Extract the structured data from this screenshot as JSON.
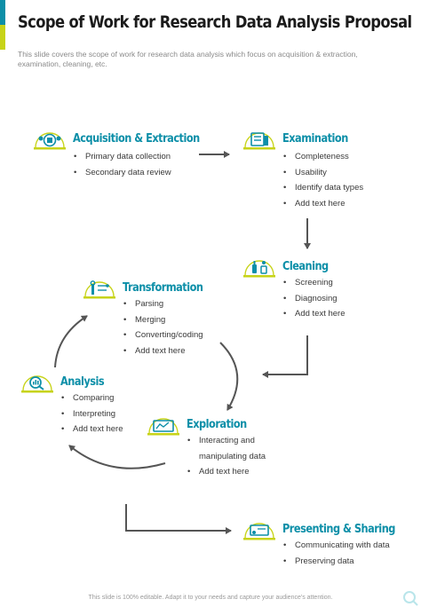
{
  "header": {
    "title": "Scope of Work for Research Data Analysis Proposal",
    "subtitle": "This slide covers the scope of work for research data analysis which focus on acquisition & extraction, examination, cleaning, etc."
  },
  "colors": {
    "accent": "#0d8fa8",
    "lime": "#c7d318",
    "arrow": "#555555"
  },
  "nodes": {
    "acquisition": {
      "icon": "data-collection-icon",
      "title": "Acquisition & Extraction",
      "items": [
        "Primary data collection",
        "Secondary data review"
      ]
    },
    "examination": {
      "icon": "examination-icon",
      "title": "Examination",
      "items": [
        "Completeness",
        "Usability",
        "Identify data types",
        "Add text here"
      ]
    },
    "cleaning": {
      "icon": "cleaning-icon",
      "title": "Cleaning",
      "items": [
        "Screening",
        "Diagnosing",
        "Add text here"
      ]
    },
    "transformation": {
      "icon": "transformation-icon",
      "title": "Transformation",
      "items": [
        "Parsing",
        "Merging",
        "Converting/coding",
        "Add text here"
      ]
    },
    "analysis": {
      "icon": "analysis-icon",
      "title": "Analysis",
      "items": [
        "Comparing",
        "Interpreting",
        "Add text here"
      ]
    },
    "exploration": {
      "icon": "exploration-icon",
      "title": "Exploration",
      "items": [
        "Interacting and manipulating data",
        "Add text here"
      ]
    },
    "presenting": {
      "icon": "presentation-icon",
      "title": "Presenting & Sharing",
      "items": [
        "Communicating with data",
        "Preserving data"
      ]
    }
  },
  "footer": {
    "text": "This slide is 100% editable. Adapt it to your needs and capture your audience's attention."
  }
}
